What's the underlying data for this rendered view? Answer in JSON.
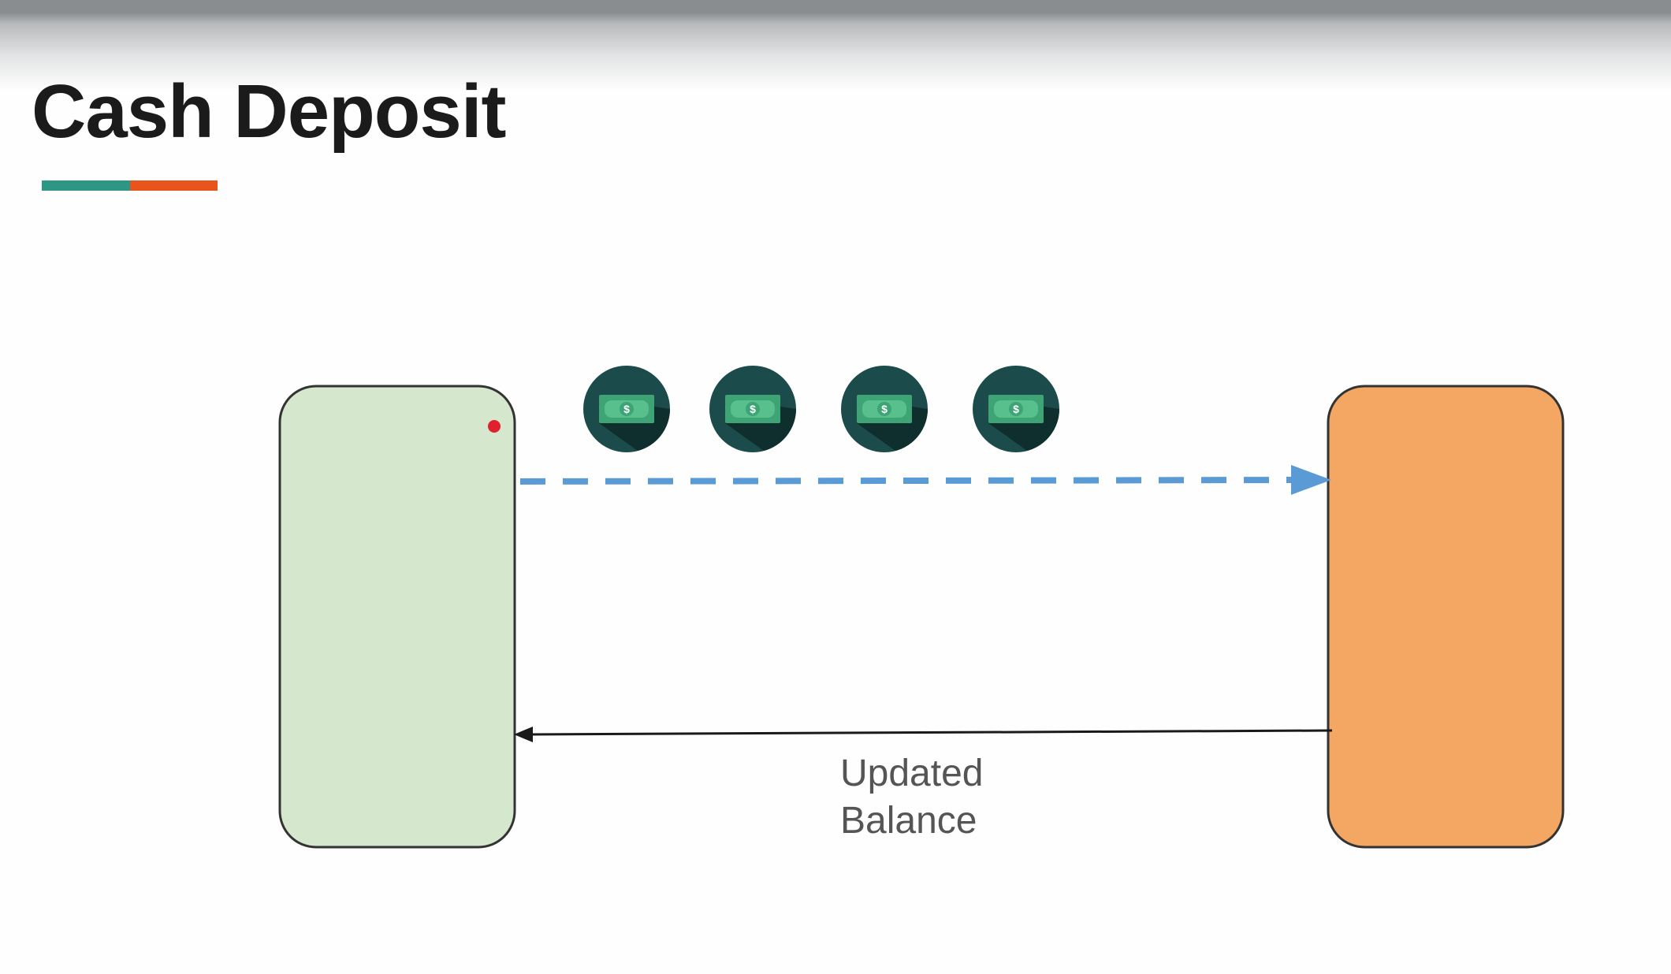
{
  "slide": {
    "title": "Cash Deposit"
  },
  "title_underline": {
    "colors": [
      "#2e9684",
      "#e8541c"
    ]
  },
  "diagram": {
    "left_box": {
      "fill": "#d5e7cd",
      "stroke": "#333333",
      "marker_color": "#e0202e"
    },
    "right_box": {
      "fill": "#f3a762",
      "stroke": "#333333"
    },
    "deposit_arrow": {
      "style": "dashed",
      "color": "#5b9bd5",
      "direction": "left-to-right"
    },
    "balance_arrow": {
      "style": "solid",
      "color": "#1a1a1a",
      "direction": "right-to-left"
    },
    "cash_icons": {
      "count": 4,
      "icon": "banknote-icon",
      "circle_color": "#1b4b4b",
      "bill_color": "#3ea375",
      "symbol": "$"
    },
    "balance_label": {
      "line1": "Updated",
      "line2": "Balance"
    }
  }
}
